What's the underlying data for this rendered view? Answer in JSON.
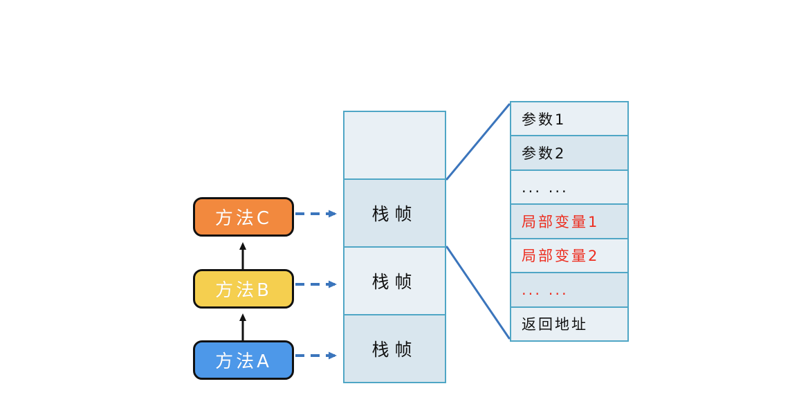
{
  "diagram": {
    "title_hint": "method-call-stack-diagram",
    "colors": {
      "method_c_fill": "#F2893E",
      "method_b_fill": "#F5CF4F",
      "method_a_fill": "#4D98E9",
      "box_border": "#111111",
      "stack_border": "#4FA6C5",
      "cell_light": "#E9F0F5",
      "cell_dark": "#D9E6EE",
      "connector_blue": "#3B75BC",
      "arrow_black": "#111111",
      "red_text": "#ED2D1F"
    }
  },
  "methods": [
    {
      "label": "方法C"
    },
    {
      "label": "方法B"
    },
    {
      "label": "方法A"
    }
  ],
  "stack": {
    "cells": [
      {
        "label": ""
      },
      {
        "label": "栈帧"
      },
      {
        "label": "栈帧"
      },
      {
        "label": "栈帧"
      }
    ]
  },
  "frame_detail": {
    "rows": [
      {
        "label": "参数1"
      },
      {
        "label": "参数2"
      },
      {
        "label": "... ..."
      },
      {
        "label": "局部变量1"
      },
      {
        "label": "局部变量2"
      },
      {
        "label": "... ..."
      },
      {
        "label": "返回地址"
      }
    ]
  }
}
